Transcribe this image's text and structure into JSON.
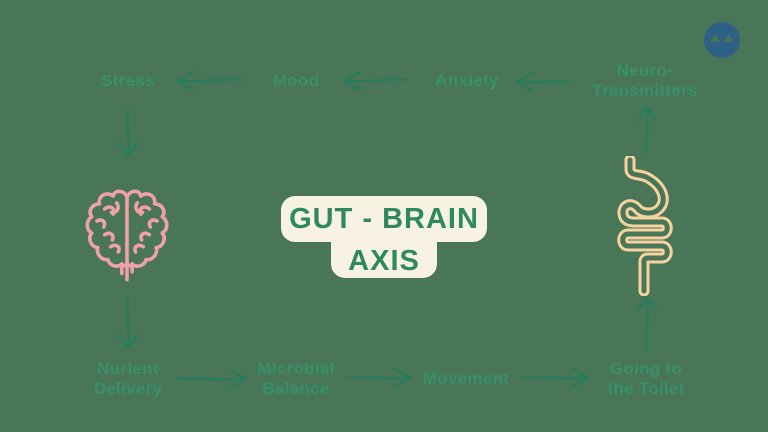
{
  "title": {
    "line1": "GUT - BRAIN",
    "line2": "AXIS"
  },
  "labels": {
    "stress": "Stress",
    "mood": "Mood",
    "anxiety": "Anxiety",
    "neuro_line1": "Neuro-",
    "neuro_line2": "Transmitters",
    "nutrient_line1": "Nurient",
    "nutrient_line2": "Delivery",
    "microbial_line1": "Microbial",
    "microbial_line2": "Balance",
    "movement": "Movement",
    "toilet_line1": "Going to",
    "toilet_line2": "the Toilet"
  },
  "flow": "Gut → Neuro-Transmitters → Anxiety → Mood → Stress → Brain → Nurient Delivery → Microbial Balance → Movement → Going to the Toilet → Gut",
  "icons": {
    "brain": "brain-icon",
    "intestine": "intestine-icon",
    "logo": "blue-face-logo"
  },
  "colors": {
    "background": "#497656",
    "label_text": "#36916a",
    "arrow": "#2b7c5c",
    "badge_background": "#f8f2e2",
    "badge_text": "#2f8a59",
    "brain": "#f0a1a8",
    "intestine": "#f5d2a0",
    "logo_blue": "#2d6286"
  }
}
